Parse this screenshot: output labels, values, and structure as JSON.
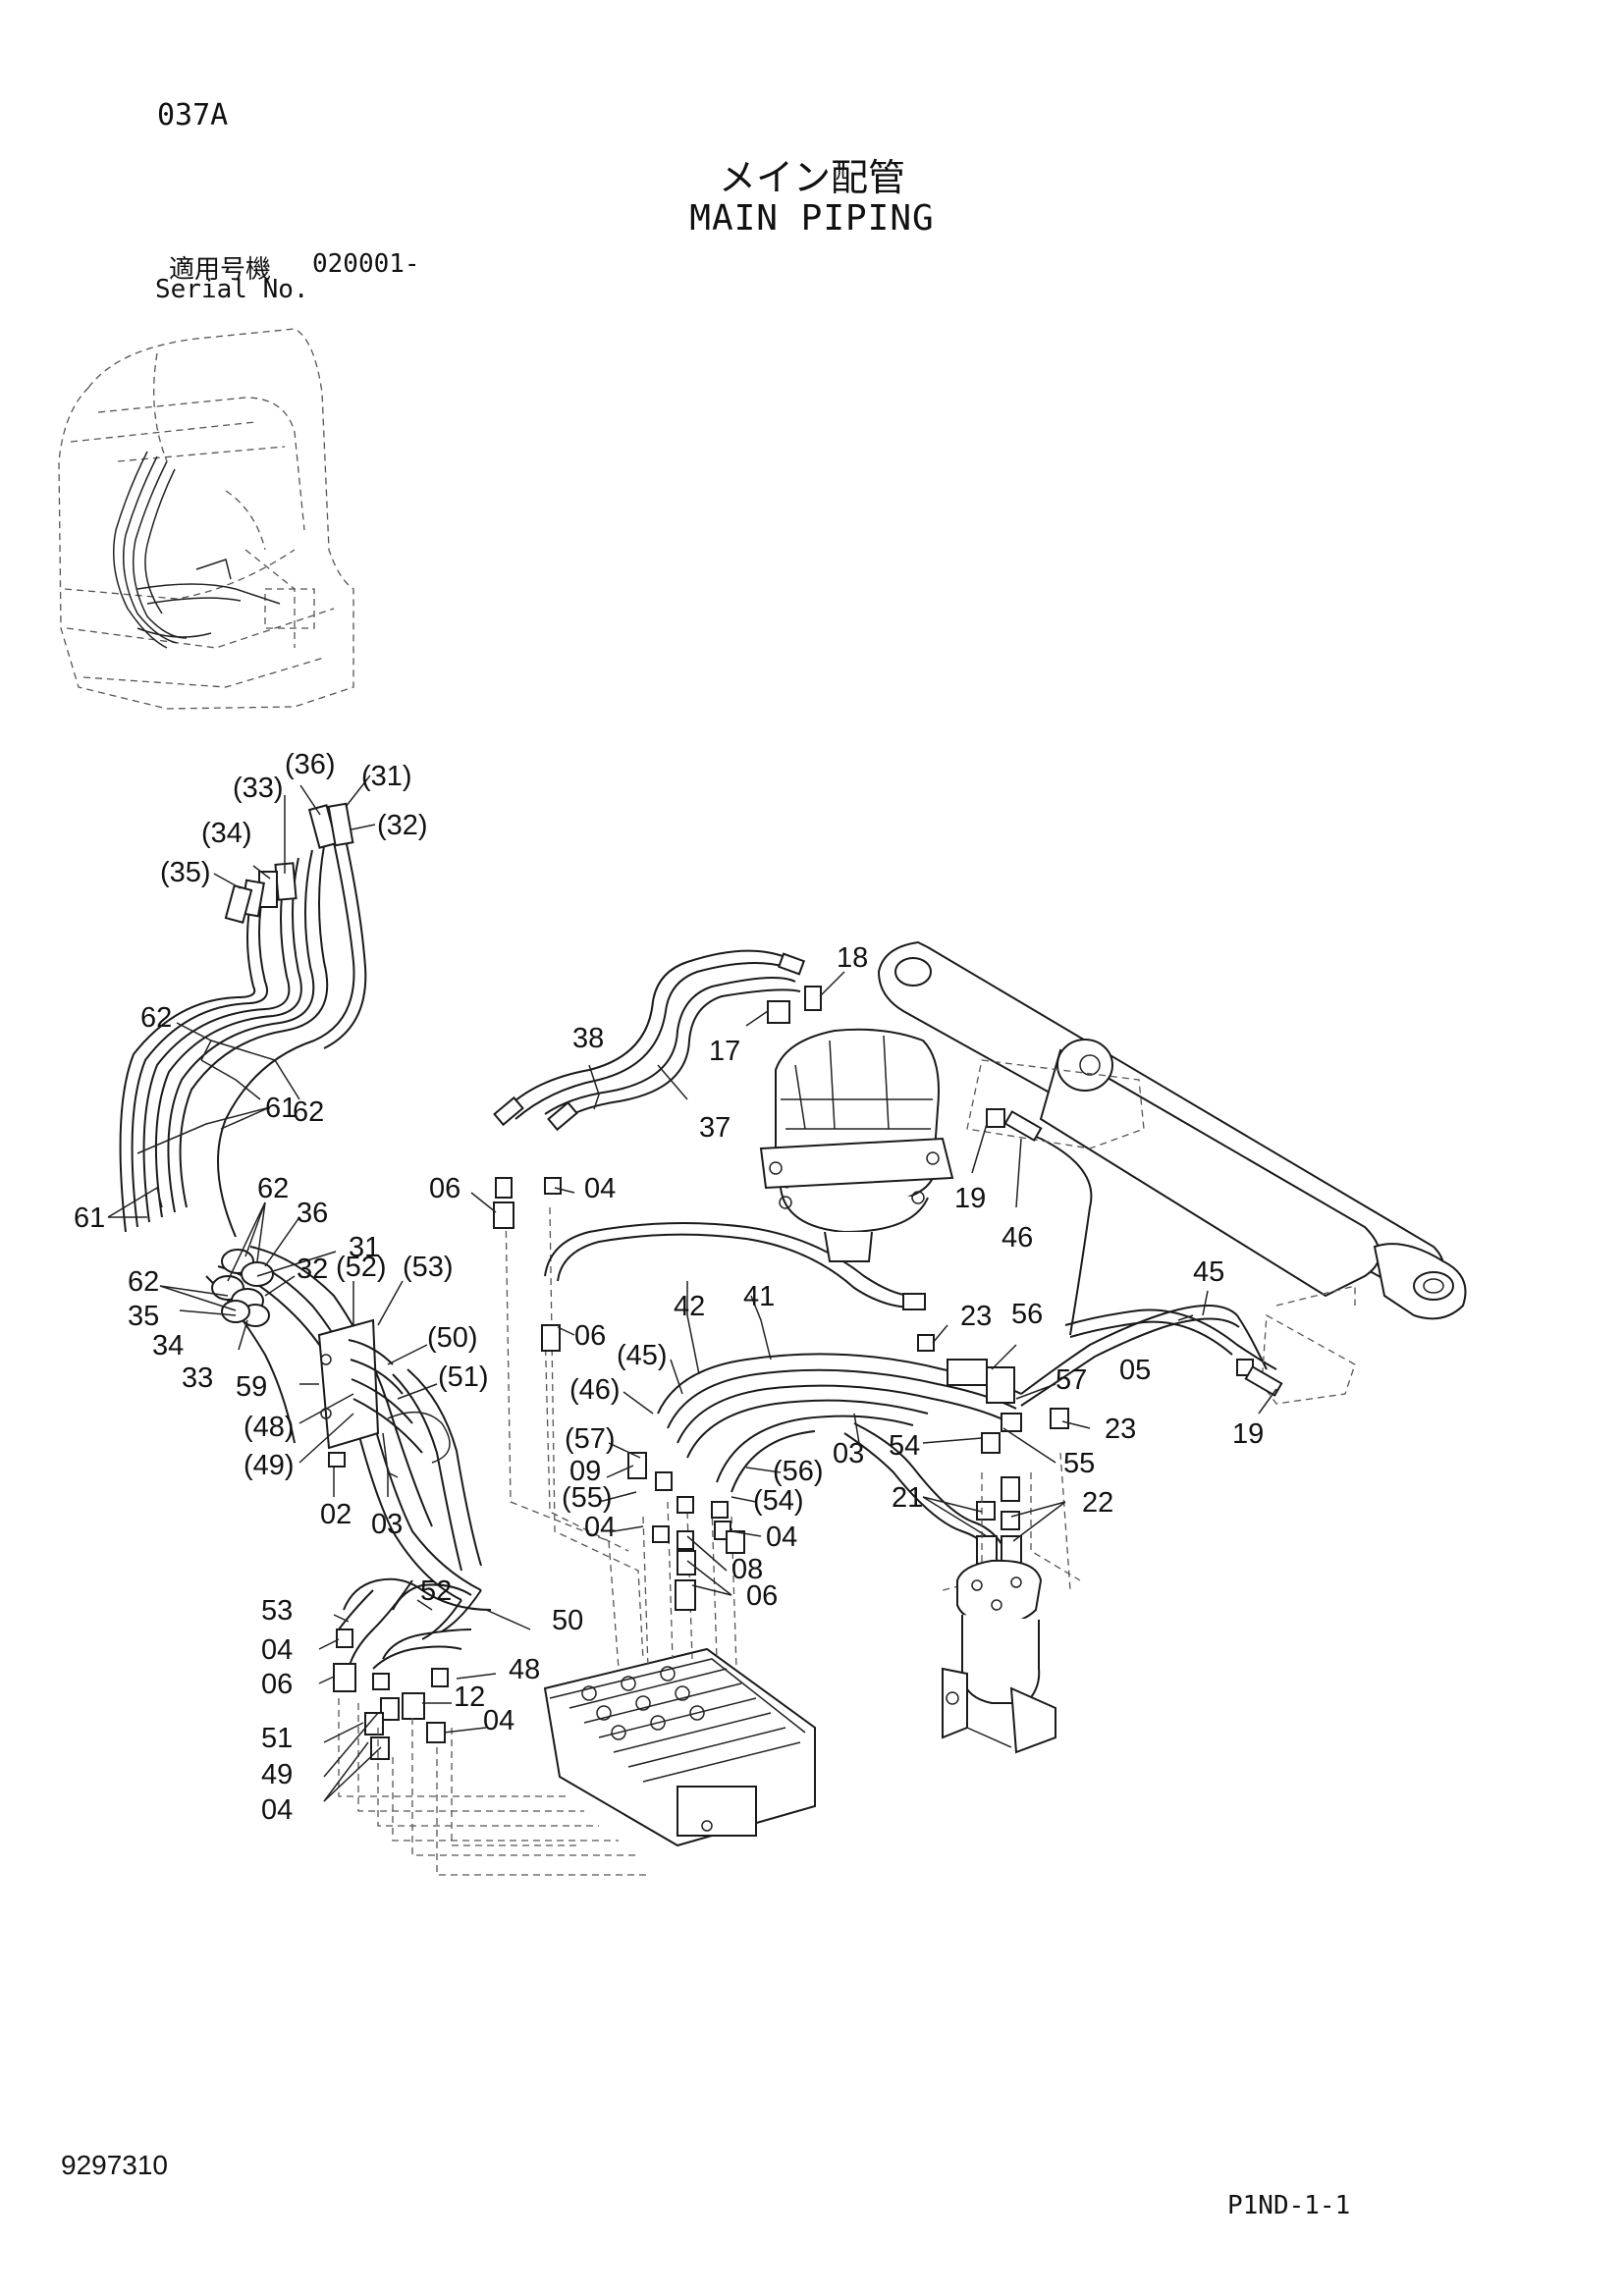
{
  "header": {
    "page_code": "037A",
    "title_ja": "メイン配管",
    "title_en": "MAIN PIPING",
    "serial_label_ja": "適用号機",
    "serial_number": "020001-",
    "serial_label_en": "Serial No."
  },
  "footer": {
    "doc_id": "9297310",
    "sheet_id": "P1ND-1-1"
  },
  "callouts": [
    "(36)",
    "(31)",
    "(33)",
    "(32)",
    "(34)",
    "(35)",
    "62",
    "62",
    "61",
    "61",
    "62",
    "36",
    "31",
    "32",
    "62",
    "35",
    "34",
    "33",
    "(52)",
    "(53)",
    "(50)",
    "(51)",
    "59",
    "(48)",
    "(49)",
    "02",
    "03",
    "53",
    "52",
    "50",
    "04",
    "06",
    "48",
    "12",
    "04",
    "51",
    "49",
    "04",
    "38",
    "37",
    "18",
    "17",
    "06",
    "04",
    "19",
    "46",
    "42",
    "41",
    "06",
    "(45)",
    "(46)",
    "(57)",
    "09",
    "(55)",
    "04",
    "(56)",
    "(54)",
    "04",
    "08",
    "06",
    "03",
    "23",
    "56",
    "45",
    "05",
    "57",
    "23",
    "54",
    "55",
    "21",
    "22",
    "19"
  ]
}
